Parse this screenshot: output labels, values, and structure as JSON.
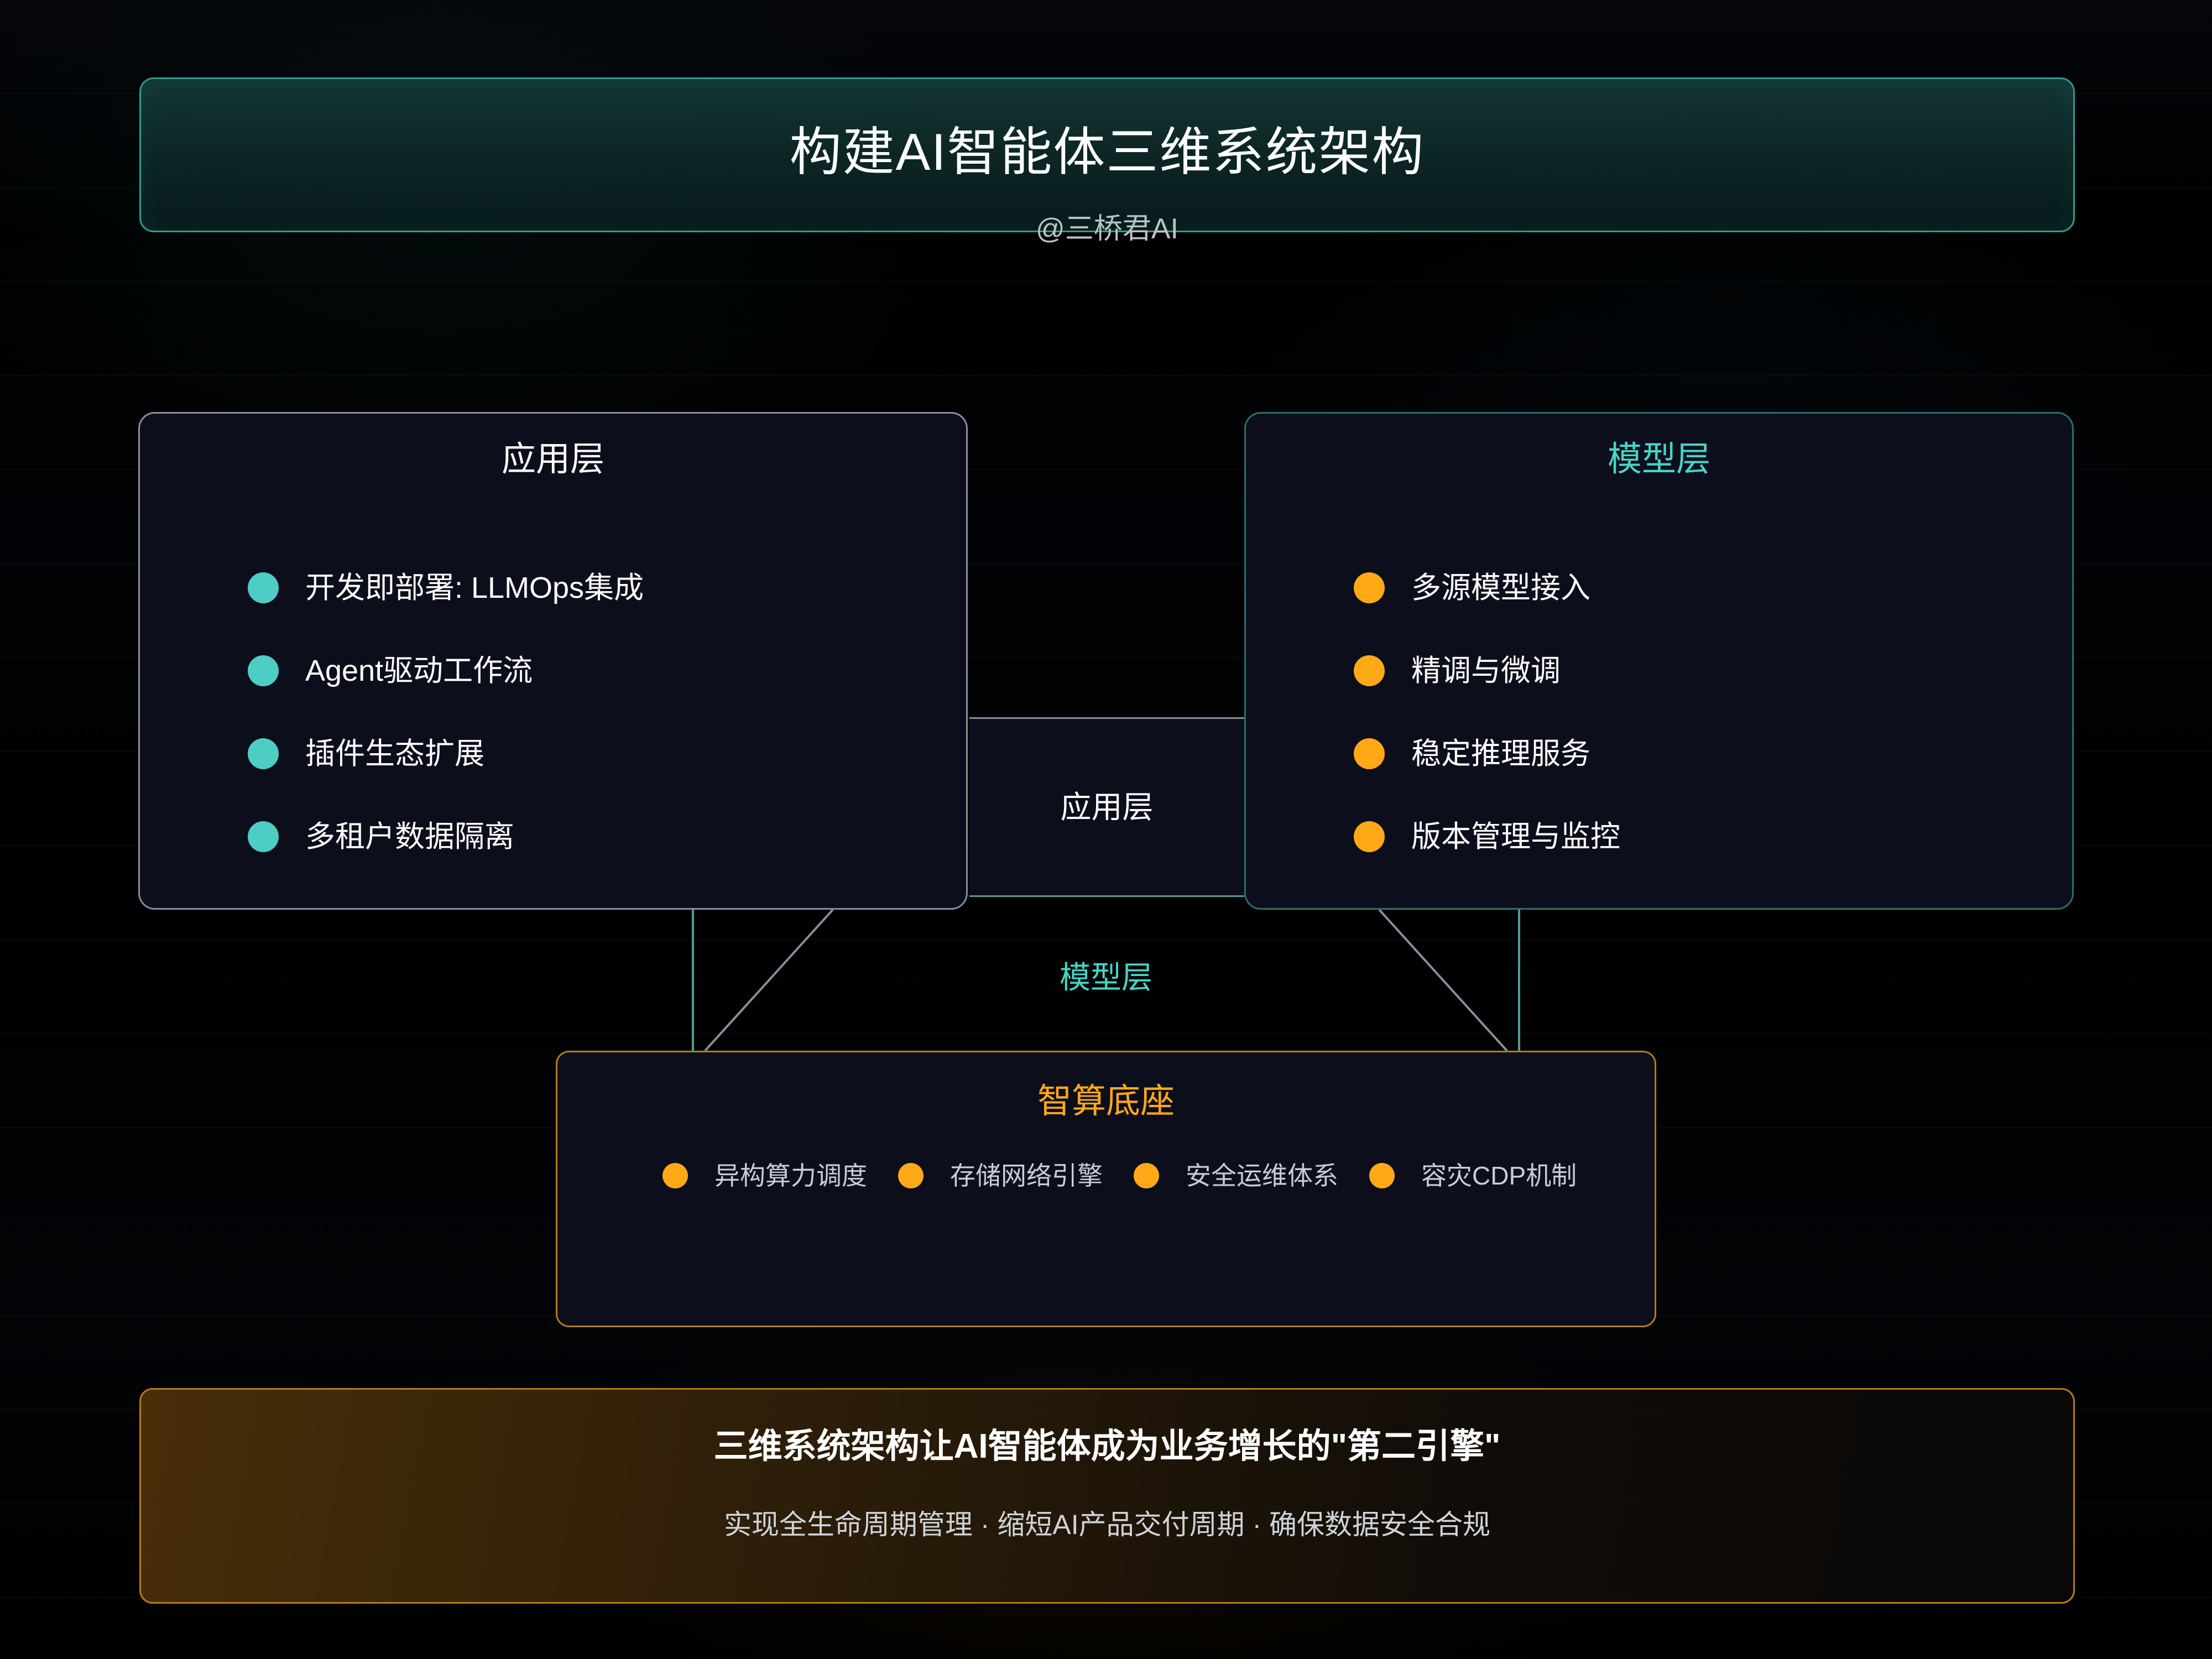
{
  "header": {
    "title": "构建AI智能体三维系统架构",
    "subtitle": "@三桥君AI"
  },
  "cards": {
    "application": {
      "title": "应用层",
      "bullet_color": "#4ecdc4",
      "items": [
        "开发即部署: LLMOps集成",
        "Agent驱动工作流",
        "插件生态扩展",
        "多租户数据隔离"
      ]
    },
    "model": {
      "title": "模型层",
      "title_color": "#45d6c8",
      "bullet_color": "#ffa917",
      "items": [
        "多源模型接入",
        "精调与微调",
        "稳定推理服务",
        "版本管理与监控"
      ]
    },
    "base": {
      "title": "智算底座",
      "title_color": "#ffa917",
      "bullet_color": "#ffa917",
      "items": [
        "异构算力调度",
        "存储网络引擎",
        "安全运维体系",
        "容灾CDP机制"
      ]
    }
  },
  "connectors": {
    "band_label": "应用层",
    "mid_label": "模型层"
  },
  "footer": {
    "main": "三维系统架构让AI智能体成为业务增长的\"第二引擎\"",
    "sub": "实现全生命周期管理 · 缩短AI产品交付周期 · 确保数据安全合规"
  },
  "colors": {
    "teal": "#4ecdc4",
    "teal_title": "#45d6c8",
    "orange": "#ffa917",
    "orange_border": "#b07d18",
    "gray_border": "#8b8d9c",
    "teal_border": "#2b6f6d",
    "card_bg": "#0d0e1c",
    "page_bg": "#000000"
  }
}
